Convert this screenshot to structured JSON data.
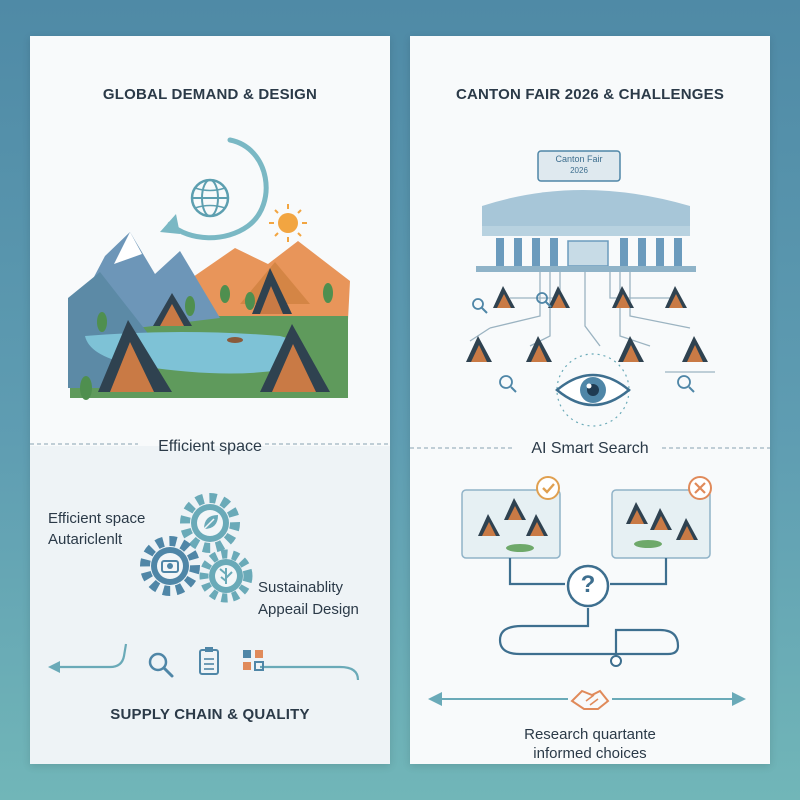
{
  "left_panel": {
    "title": "GLOBAL DEMAND & DESIGN",
    "divider_label": "Efficient space",
    "feature_labels": {
      "line1": "Efficient space",
      "line2": "Autariclenlt",
      "right1": "Sustainablity",
      "right2": "Appeail Design"
    },
    "bottom_title": "SUPPLY CHAIN & QUALITY"
  },
  "right_panel": {
    "title": "CANTON FAIR 2026 & CHALLENGES",
    "building_sign": {
      "line1": "Canton Fair",
      "line2": "2026"
    },
    "search_label": "AI Smart Search",
    "bottom_text": {
      "line1": "Research quartante",
      "line2": "informed choices"
    }
  },
  "colors": {
    "background": "#5a95ad",
    "panel": "#f8fafb",
    "accent_teal": "#6aaab8",
    "accent_blue": "#3e6f8f",
    "cabin_wood": "#c97a45",
    "cabin_roof": "#2f4250",
    "check_orange": "#e0a050",
    "cross_orange": "#e08a5a"
  },
  "icons": {
    "globe": "globe-icon",
    "sun": "sun-icon",
    "eye": "eye-icon",
    "magnifier": "magnifier-icon",
    "gear": "gear-icon",
    "leaf": "leaf-icon",
    "camera": "camera-icon",
    "checklist": "checklist-icon",
    "qr": "qr-code-icon",
    "handshake": "handshake-icon",
    "question": "question-icon",
    "check": "check-icon",
    "cross": "cross-icon"
  }
}
